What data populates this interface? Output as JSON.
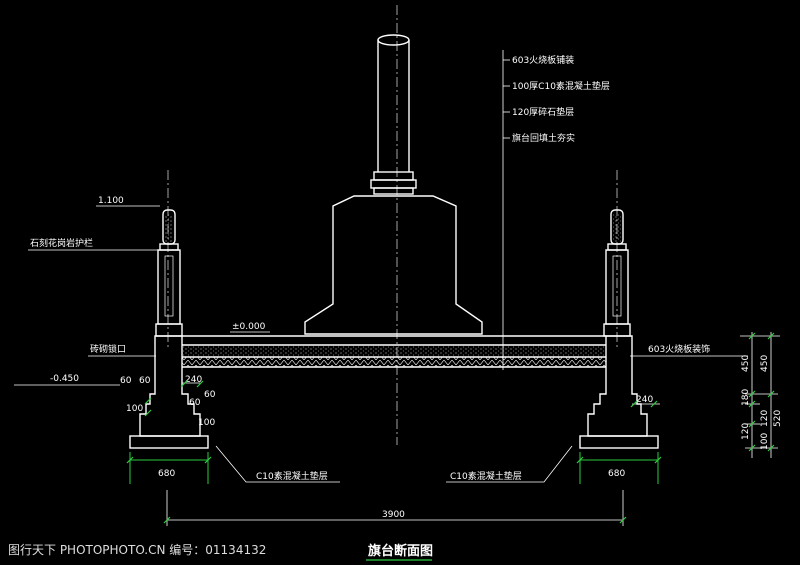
{
  "title": "旗台断面图",
  "watermark": "图行天下 PHOTOPHOTO.CN 编号：01134132",
  "labels": {
    "top_layer": "603火烧板铺装",
    "c10_cushion": "100厚C10素混凝土垫层",
    "gravel": "120厚碎石垫层",
    "backfill": "旗台回填土夯实",
    "railing_height": "1.100",
    "railing": "石刻花岗岩护栏",
    "elevation_zero": "±0.000",
    "coping": "砖砌锁口",
    "elevation_minus": "-0.450",
    "right_finish": "603火烧板装饰",
    "left_base": "C10素混凝土垫层",
    "right_base": "C10素混凝土垫层"
  },
  "dimensions": {
    "left_60a": "60",
    "left_60b": "60",
    "left_240": "240",
    "left_60c": "60",
    "left_60d": "60",
    "left_100a": "100",
    "left_100b": "100",
    "left_680": "680",
    "right_240": "240",
    "right_680": "680",
    "total_width": "3900",
    "v_450a": "450",
    "v_450b": "450",
    "v_180": "180",
    "v_120a": "120",
    "v_120b": "120",
    "v_520": "520",
    "v_100": "100"
  },
  "colors": {
    "background": "#000000",
    "lines": "#ffffff",
    "dimension_accent": "#2ecc40"
  }
}
